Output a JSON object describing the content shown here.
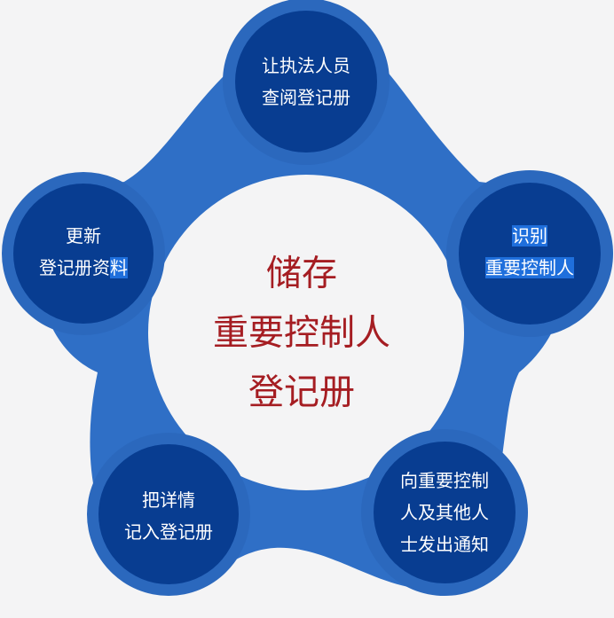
{
  "colors": {
    "background": "#f4f4f5",
    "ring": "#2f6fc6",
    "ring_outer": "#3a7fd4",
    "node_fill": "#083d91",
    "node_rim": "#2b68bd",
    "center_text": "#a51d22",
    "node_text": "#ffffff",
    "highlight": "#1f6fdc"
  },
  "center": {
    "line1": "储存",
    "line2": "重要控制人",
    "line3": "登记册"
  },
  "nodes": {
    "top": {
      "line1": "让执法人员",
      "line2": "查阅登记册"
    },
    "right": {
      "line1": "识别",
      "line2": "重要控制人"
    },
    "bottom_right": {
      "line1": "向重要控制",
      "line2": "人及其他人",
      "line3": "士发出通知"
    },
    "bottom_left": {
      "line1": "把详情",
      "line2": "记入登记册"
    },
    "left": {
      "line1": "更新",
      "line2_main": "登记册资",
      "line2_hl": "料"
    }
  }
}
